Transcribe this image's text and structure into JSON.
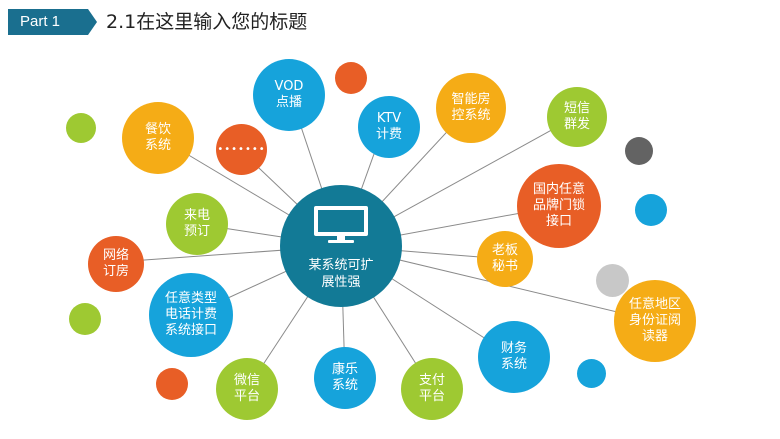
{
  "header": {
    "part_label": "Part 1",
    "title": "2.1在这里输入您的标题"
  },
  "diagram": {
    "hub_label": "某系统可扩\n展性强",
    "hub_icon": "monitor-icon",
    "nodes": [
      {
        "key": "vod",
        "label": "VOD\n点播",
        "color": "#16a3db"
      },
      {
        "key": "ktv",
        "label": "KTV\n计费",
        "color": "#16a3db"
      },
      {
        "key": "smart-room",
        "label": "智能房\n控系统",
        "color": "#f5ac16"
      },
      {
        "key": "sms",
        "label": "短信\n群发",
        "color": "#9ec932"
      },
      {
        "key": "dining",
        "label": "餐饮\n系统",
        "color": "#f5ac16"
      },
      {
        "key": "more",
        "label": "•••••••",
        "color": "#e85e26"
      },
      {
        "key": "lock",
        "label": "国内任意\n品牌门锁\n接口",
        "color": "#e85e26"
      },
      {
        "key": "call-booking",
        "label": "来电\n预订",
        "color": "#9ec932"
      },
      {
        "key": "boss-secretary",
        "label": "老板\n秘书",
        "color": "#f5ac16"
      },
      {
        "key": "online-booking",
        "label": "网络\n订房",
        "color": "#e85e26"
      },
      {
        "key": "phone-billing",
        "label": "任意类型\n电话计费\n系统接口",
        "color": "#16a3db"
      },
      {
        "key": "id-reader",
        "label": "任意地区\n身份证阅\n读器",
        "color": "#f5ac16"
      },
      {
        "key": "finance",
        "label": "财务\n系统",
        "color": "#16a3db"
      },
      {
        "key": "wechat",
        "label": "微信\n平台",
        "color": "#9ec932"
      },
      {
        "key": "recreation",
        "label": "康乐\n系统",
        "color": "#16a3db"
      },
      {
        "key": "payment",
        "label": "支付\n平台",
        "color": "#9ec932"
      }
    ],
    "decor_colors": {
      "orange": "#e85e26",
      "green": "#9ec932",
      "gray": "#636363",
      "blue": "#16a3db",
      "light_gray": "#c8c8c8"
    }
  }
}
